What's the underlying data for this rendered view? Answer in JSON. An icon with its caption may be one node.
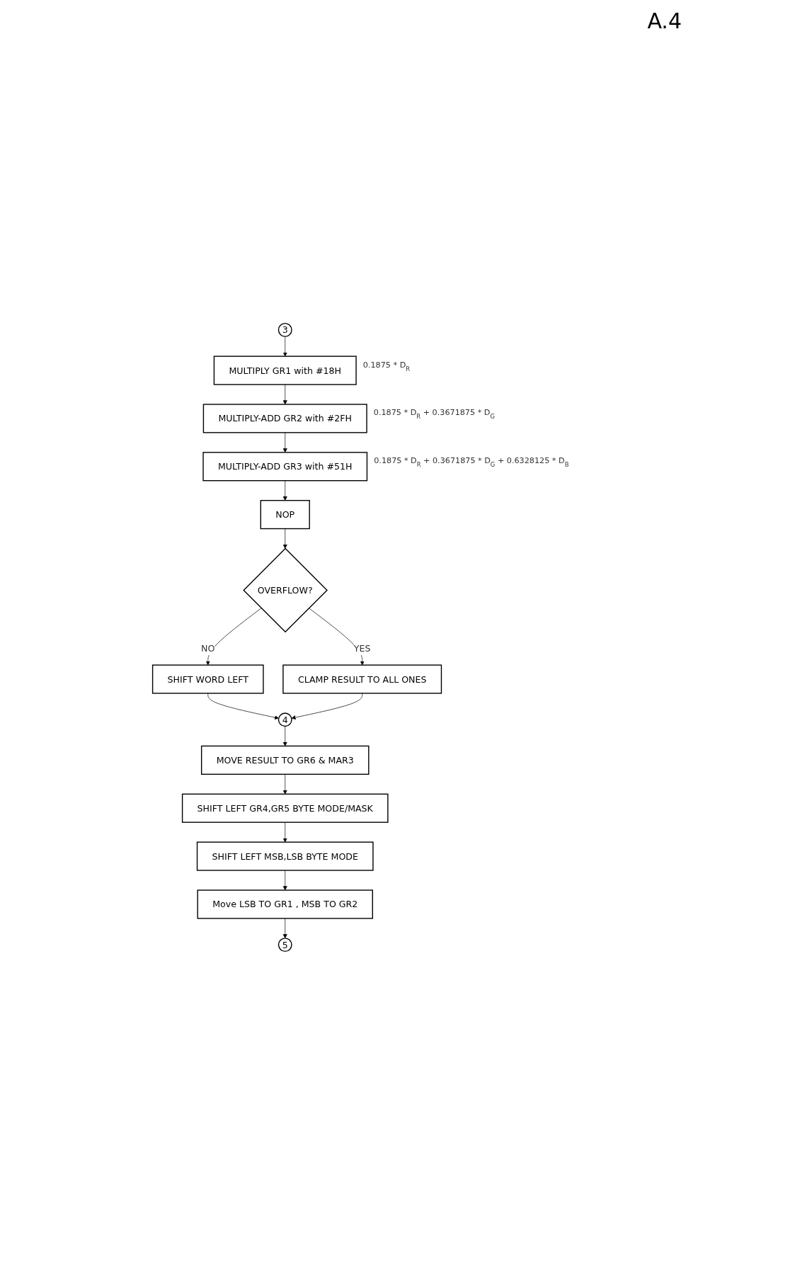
{
  "diagram": {
    "nodes": [
      {
        "text": [
          "3"
        ]
      },
      {
        "text": [
          "MULTIPLY GR1 with #18H"
        ],
        "beside": [
          "0.1875 * D$_{R}$"
        ]
      },
      {
        "text": [
          "MULTIPLY-ADD GR2 with #2FH"
        ],
        "beside": [
          "0.1875 * D$_{R}$ + 0.3671875 * D$_{G}$"
        ]
      },
      {
        "text": [
          "MULTIPLY-ADD GR3 with #51H"
        ],
        "beside": [
          "0.1875 * D$_{R}$ + 0.3671875 * D$_{G}$ + 0.6328125 * D$_{B}$"
        ]
      },
      {
        "text": [
          "NOP"
        ]
      },
      {
        "text": [
          "OVERFLOW?"
        ]
      },
      {
        "text": [
          "SHIFT WORD LEFT"
        ]
      },
      {
        "text": [
          "CLAMP RESULT TO ALL ONES"
        ]
      },
      {
        "text": [
          "4"
        ]
      },
      {
        "text": [
          "MOVE RESULT TO GR6 & MAR3"
        ]
      },
      {
        "text": [
          "SHIFT LEFT GR4,GR5 BYTE MODE/MASK"
        ]
      },
      {
        "text": [
          "SHIFT LEFT MSB,LSB BYTE MODE"
        ]
      },
      {
        "text": [
          "Move LSB TO GR1 , MSB TO GR2"
        ]
      },
      {
        "text": [
          "5"
        ]
      }
    ],
    "edges": [
      {
        "from": 0,
        "to": 1,
        "arrow": "to"
      },
      {
        "from": 1,
        "to": 2,
        "arrow": "to"
      },
      {
        "from": 2,
        "to": 3,
        "arrow": "to"
      },
      {
        "from": 3,
        "to": 4,
        "arrow": "to"
      },
      {
        "from": 4,
        "to": 5,
        "arrow": "to"
      },
      {
        "from": 5,
        "to": 6,
        "arrow": "to",
        "label": "NO"
      },
      {
        "from": 5,
        "to": 7,
        "arrow": "to",
        "label": "YES"
      },
      {
        "from": 6,
        "to": 8,
        "arrow": "to"
      },
      {
        "from": 7,
        "to": 8,
        "arrow": "to"
      },
      {
        "from": 8,
        "to": 9,
        "arrow": "to"
      },
      {
        "from": 9,
        "to": 10,
        "arrow": "to"
      },
      {
        "from": 10,
        "to": 11,
        "arrow": "to"
      },
      {
        "from": 11,
        "to": 12,
        "arrow": "to"
      },
      {
        "from": 12,
        "to": 13,
        "arrow": "to"
      }
    ],
    "labels": [
      "A.4"
    ]
  }
}
